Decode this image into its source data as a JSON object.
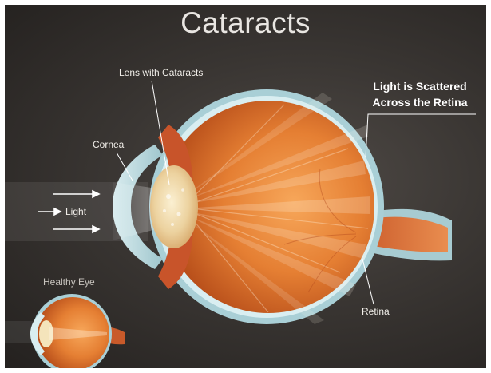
{
  "title": "Cataracts",
  "labels": {
    "lens": "Lens with Cataracts",
    "cornea": "Cornea",
    "light": "Light",
    "scattered_line1": "Light is Scattered",
    "scattered_line2": "Across the Retina",
    "retina": "Retina",
    "healthy_eye": "Healthy Eye"
  },
  "colors": {
    "background": "#3a3633",
    "eye_orange": "#e07a2e",
    "eye_edge": "#a8c9cf",
    "lens_cloudy": "#f0dcae",
    "text": "#ffffff"
  },
  "icons": [
    "arrow-right-icon",
    "arrow-right-icon",
    "arrow-right-icon"
  ]
}
